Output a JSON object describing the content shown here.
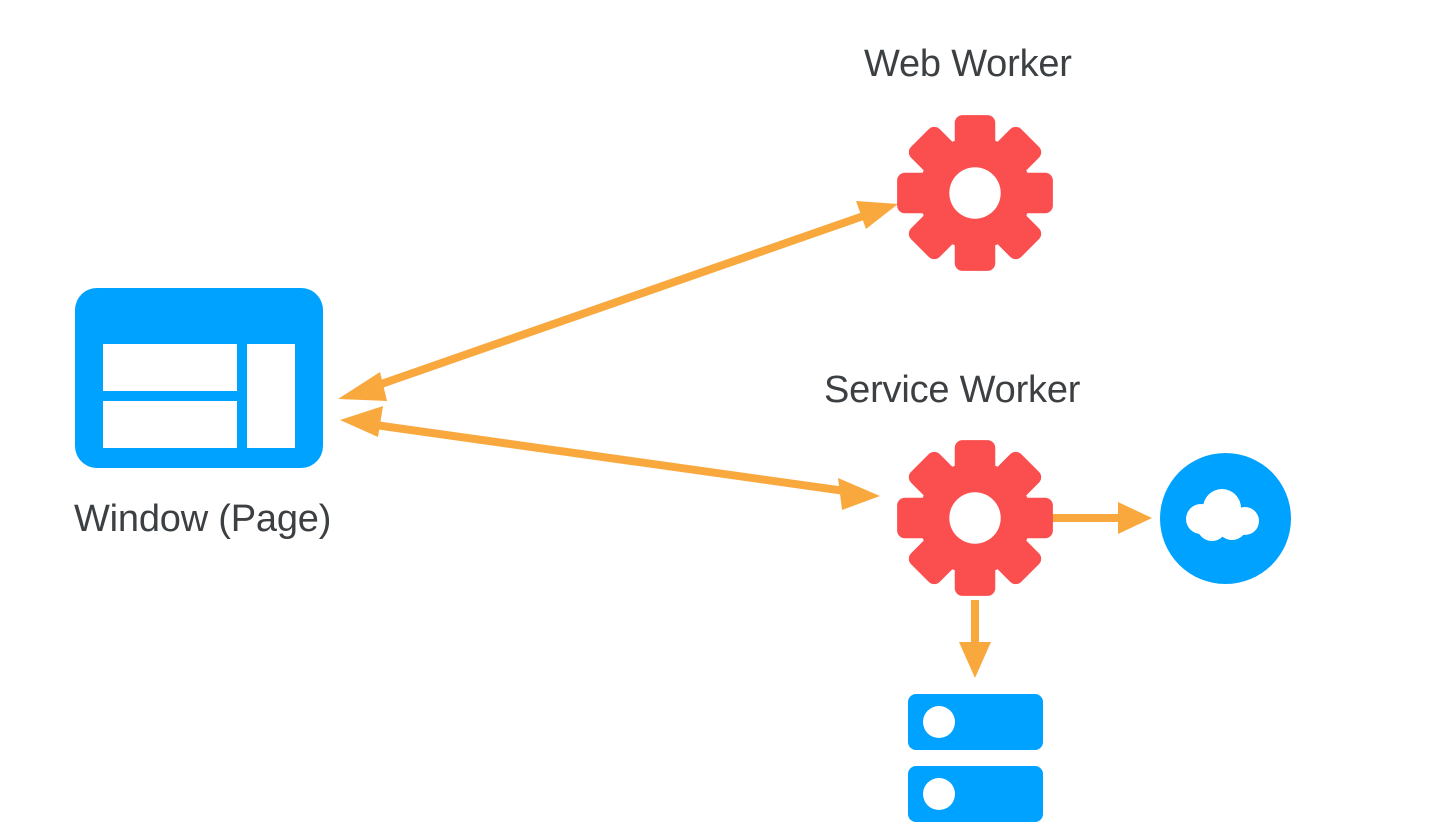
{
  "diagram": {
    "title": "Service Worker and Web Worker architecture",
    "background": "#ffffff",
    "colors": {
      "blue": "#00A2FF",
      "red": "#FB4E4E",
      "orange": "#F9A83E",
      "text": "#3c4043",
      "white": "#ffffff"
    }
  },
  "nodes": {
    "window": {
      "label": "Window (Page)",
      "icon": "browser-window-icon",
      "color": "#00A2FF"
    },
    "web_worker": {
      "label": "Web Worker",
      "icon": "gear-icon",
      "color": "#FB4E4E"
    },
    "service_worker": {
      "label": "Service Worker",
      "icon": "gear-icon",
      "color": "#FB4E4E"
    },
    "network": {
      "label": "",
      "icon": "cloud-icon",
      "color": "#00A2FF"
    },
    "cache_storage": {
      "label": "",
      "icon": "database-icon",
      "color": "#00A2FF"
    }
  },
  "edges": [
    {
      "name": "window-to-web-worker",
      "from": "window",
      "to": "web_worker",
      "direction": "bidirectional",
      "color": "#F9A83E"
    },
    {
      "name": "window-to-service-worker",
      "from": "window",
      "to": "service_worker",
      "direction": "bidirectional",
      "color": "#F9A83E"
    },
    {
      "name": "service-worker-to-network",
      "from": "service_worker",
      "to": "network",
      "direction": "forward",
      "color": "#F9A83E"
    },
    {
      "name": "service-worker-to-cache",
      "from": "service_worker",
      "to": "cache_storage",
      "direction": "forward",
      "color": "#F9A83E"
    }
  ]
}
